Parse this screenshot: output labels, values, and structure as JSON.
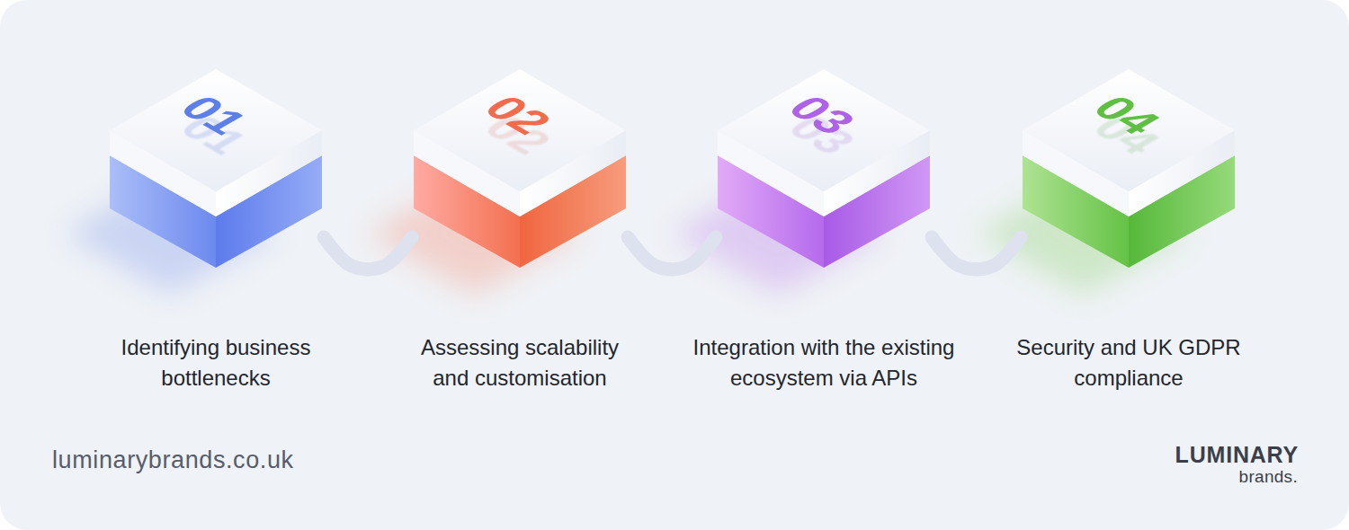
{
  "diagram": {
    "nodes": [
      {
        "text": [
          "01",
          "Identifying business bottlenecks"
        ]
      },
      {
        "text": [
          "02",
          "Assessing scalability and customisation"
        ]
      },
      {
        "text": [
          "03",
          "Integration with the existing ecosystem via APIs"
        ]
      },
      {
        "text": [
          "04",
          "Security and UK GDPR compliance"
        ]
      }
    ],
    "edges": [
      {
        "from": 0,
        "to": 1,
        "arrow": "none"
      },
      {
        "from": 1,
        "to": 2,
        "arrow": "none"
      },
      {
        "from": 2,
        "to": 3,
        "arrow": "none"
      }
    ],
    "labels": [
      "luminarybrands.co.uk",
      "LUMINARY",
      "brands."
    ]
  }
}
